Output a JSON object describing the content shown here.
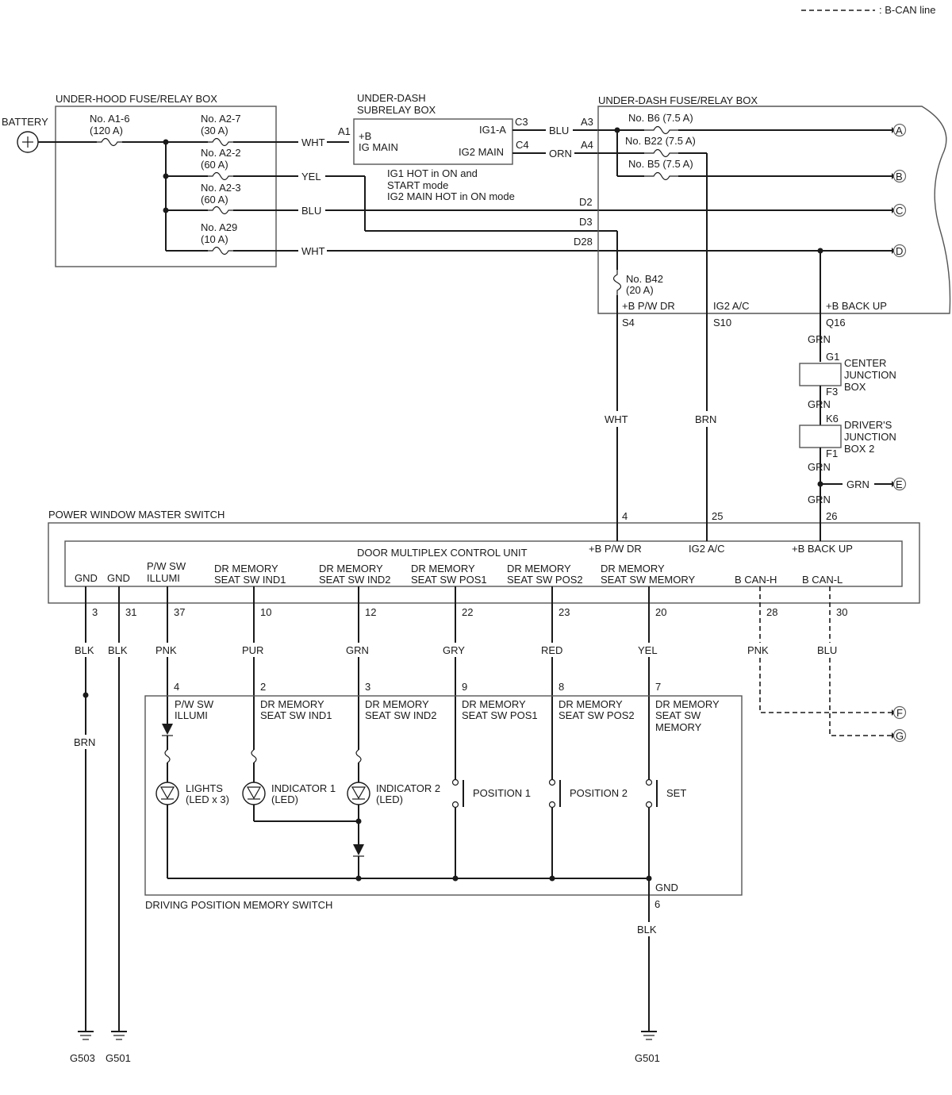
{
  "legend": {
    "text": ": B-CAN line"
  },
  "boxes": {
    "underhood": "UNDER-HOOD FUSE/RELAY BOX",
    "subrelay": [
      "UNDER-DASH",
      "SUBRELAY BOX"
    ],
    "underdash": "UNDER-DASH FUSE/RELAY BOX",
    "pwms": "POWER WINDOW MASTER SWITCH",
    "dmcu": "DOOR MULTIPLEX CONTROL UNIT",
    "dpms": "DRIVING POSITION MEMORY SWITCH",
    "cjb": [
      "CENTER",
      "JUNCTION",
      "BOX"
    ],
    "djb2": [
      "DRIVER'S",
      "JUNCTION",
      "BOX 2"
    ]
  },
  "battery": "BATTERY",
  "fuses": {
    "a16": [
      "No. A1-6",
      "(120 A)"
    ],
    "a27": [
      "No. A2-7",
      "(30 A)"
    ],
    "a22": [
      "No. A2-2",
      "(60 A)"
    ],
    "a23": [
      "No. A2-3",
      "(60 A)"
    ],
    "a29": [
      "No. A29",
      "(10 A)"
    ],
    "b6": "No. B6 (7.5 A)",
    "b22": "No. B22 (7.5 A)",
    "b5": "No. B5 (7.5 A)",
    "b42": [
      "No. B42",
      "(20 A)"
    ]
  },
  "subrelay_labels": {
    "b": "+B",
    "igmain": "IG MAIN",
    "ig1a": "IG1-A",
    "ig2main": "IG2 MAIN"
  },
  "notes": [
    "IG1 HOT in ON and",
    "START mode",
    "IG2 MAIN HOT in ON mode"
  ],
  "pins": {
    "A1": "A1",
    "C3": "C3",
    "C4": "C4",
    "A3": "A3",
    "A4": "A4",
    "D2": "D2",
    "D3": "D3",
    "D28": "D28",
    "S4": "S4",
    "S10": "S10",
    "Q16": "Q16",
    "G1": "G1",
    "F3": "F3",
    "K6": "K6",
    "F1": "F1",
    "p4": "4",
    "p25": "25",
    "p26": "26",
    "p3": "3",
    "p31": "31",
    "p37": "37",
    "p10": "10",
    "p12": "12",
    "p22": "22",
    "p23": "23",
    "p20": "20",
    "p28": "28",
    "p30": "30",
    "d4": "4",
    "d2": "2",
    "d3": "3",
    "d9": "9",
    "d8": "8",
    "d7": "7",
    "d6": "6"
  },
  "wires": {
    "wht1": "WHT",
    "yel1": "YEL",
    "blu1": "BLU",
    "wht2": "WHT",
    "blu2": "BLU",
    "orn": "ORN",
    "wht3": "WHT",
    "brn1": "BRN",
    "grn1": "GRN",
    "grn2": "GRN",
    "grn3": "GRN",
    "grnE": "GRN",
    "grn4": "GRN",
    "blk1": "BLK",
    "blk2": "BLK",
    "pnk1": "PNK",
    "pur": "PUR",
    "grn5": "GRN",
    "gry": "GRY",
    "red": "RED",
    "yel2": "YEL",
    "pnk2": "PNK",
    "blu3": "BLU",
    "brn2": "BRN",
    "blk3": "BLK"
  },
  "pwms_terms": {
    "pwdr": "+B P/W DR",
    "ig2ac": "IG2 A/C",
    "backup": "+B BACK UP"
  },
  "fuse_terms": {
    "pwdr": "+B P/W DR",
    "ig2ac": "IG2 A/C",
    "backup": "+B BACK UP"
  },
  "dmcu_terms": {
    "gnd1": "GND",
    "gnd2": "GND",
    "pwsw": [
      "P/W SW",
      "ILLUMI"
    ],
    "ind1": [
      "DR MEMORY",
      "SEAT SW IND1"
    ],
    "ind2": [
      "DR MEMORY",
      "SEAT SW IND2"
    ],
    "pos1": [
      "DR MEMORY",
      "SEAT SW POS1"
    ],
    "pos2": [
      "DR MEMORY",
      "SEAT SW POS2"
    ],
    "mem": [
      "DR MEMORY",
      "SEAT SW MEMORY"
    ],
    "canh": "B CAN-H",
    "canl": "B CAN-L"
  },
  "dpms_terms": {
    "pwsw": [
      "P/W SW",
      "ILLUMI"
    ],
    "ind1": [
      "DR MEMORY",
      "SEAT SW IND1"
    ],
    "ind2": [
      "DR MEMORY",
      "SEAT SW IND2"
    ],
    "pos1": [
      "DR MEMORY",
      "SEAT SW POS1"
    ],
    "pos2": [
      "DR MEMORY",
      "SEAT SW POS2"
    ],
    "mem": [
      "DR MEMORY",
      "SEAT SW",
      "MEMORY"
    ],
    "gnd": "GND"
  },
  "components": {
    "lights": [
      "LIGHTS",
      "(LED x 3)"
    ],
    "ind1": [
      "INDICATOR 1",
      "(LED)"
    ],
    "ind2": [
      "INDICATOR 2",
      "(LED)"
    ],
    "pos1": "POSITION 1",
    "pos2": "POSITION 2",
    "set": "SET"
  },
  "connectors": {
    "A": "A",
    "B": "B",
    "C": "C",
    "D": "D",
    "E": "E",
    "F": "F",
    "G": "G"
  },
  "grounds": {
    "g503": "G503",
    "g501a": "G501",
    "g501b": "G501"
  }
}
